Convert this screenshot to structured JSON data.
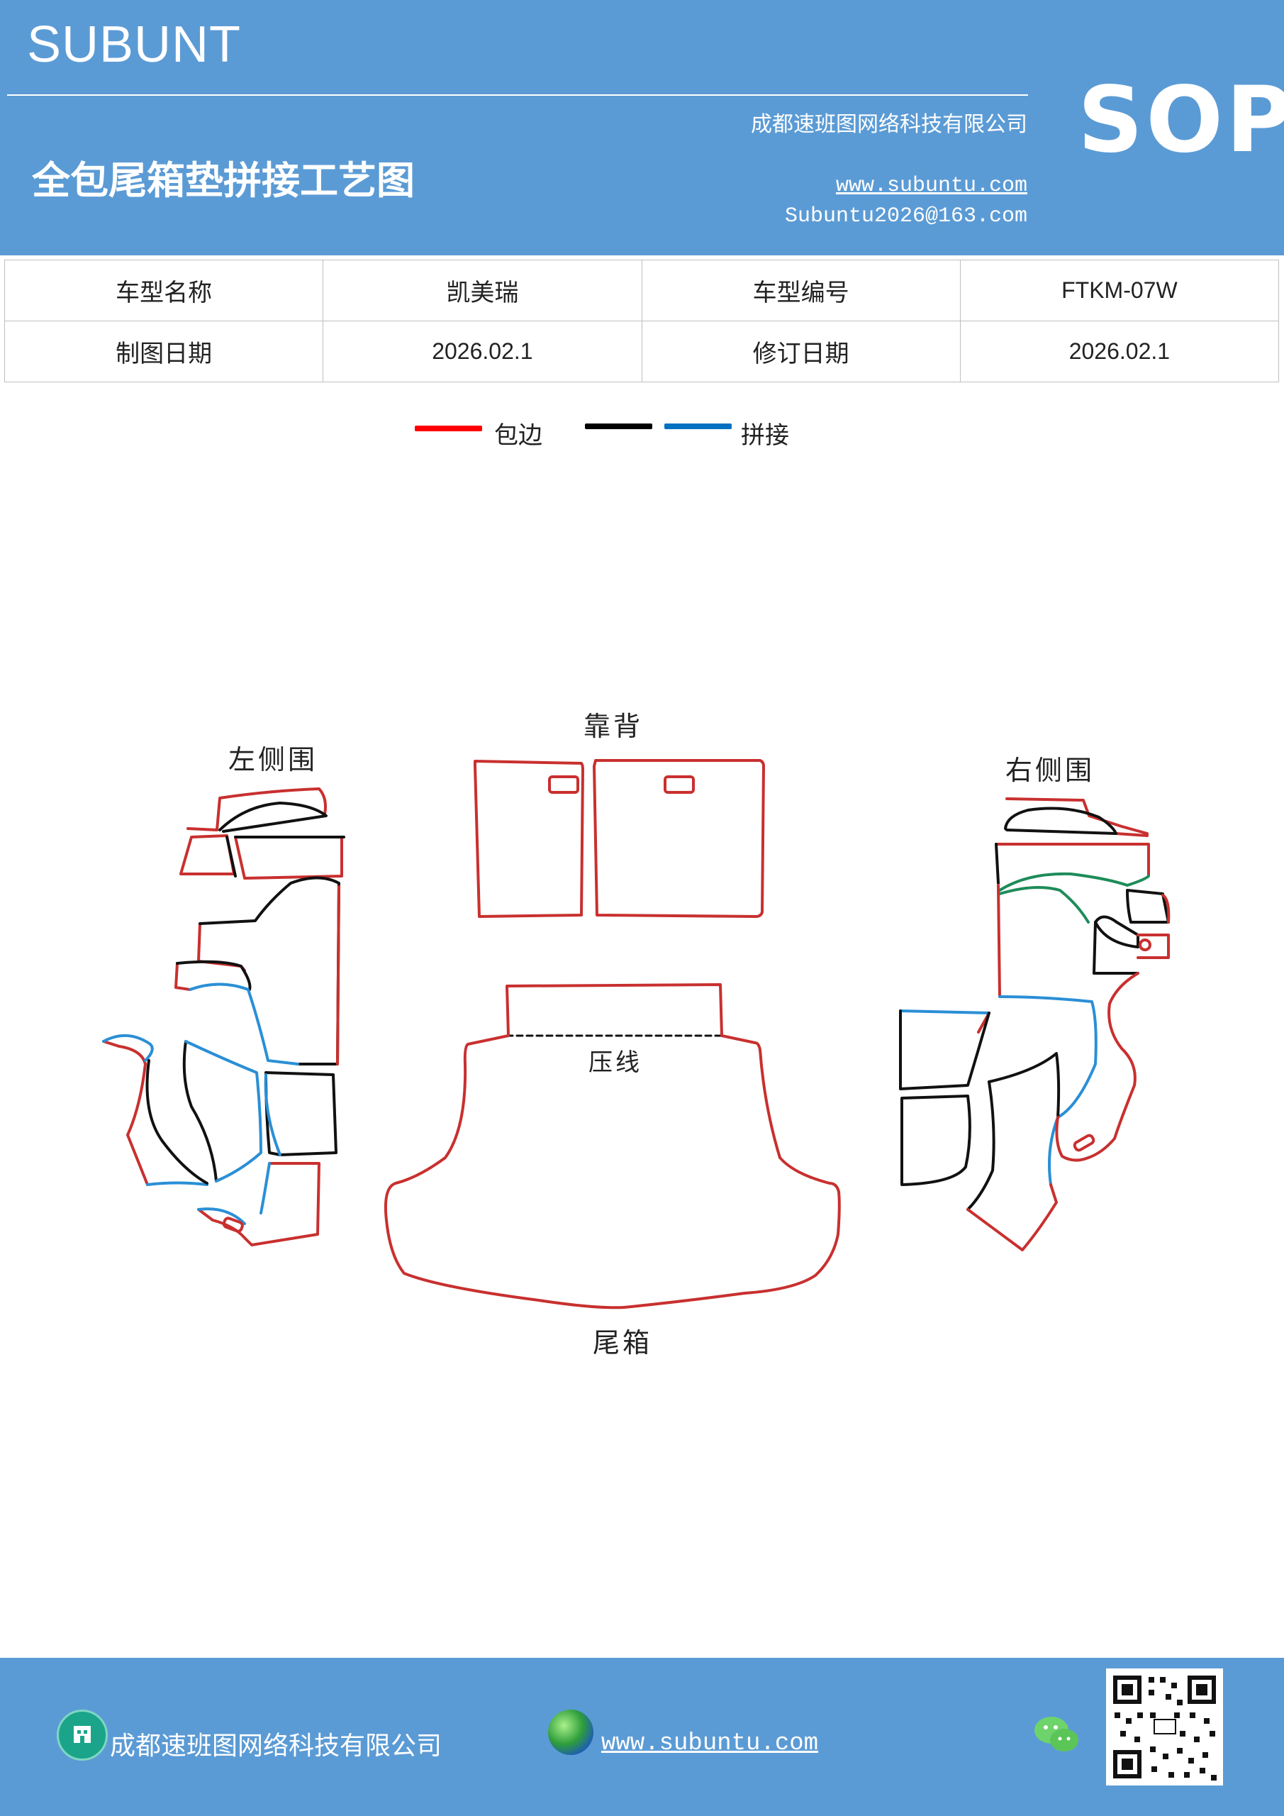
{
  "header": {
    "brand": "SUBUNT",
    "company": "成都速班图网络科技有限公司",
    "title": "全包尾箱垫拼接工艺图",
    "website": "www.subuntu.com",
    "email": "Subuntu2026@163.com",
    "sop": "SOP"
  },
  "info_table": {
    "rows": [
      [
        "车型名称",
        "凯美瑞",
        "车型编号",
        "FTKM-07W"
      ],
      [
        "制图日期",
        "2026.02.1",
        "修订日期",
        "2026.02.1"
      ]
    ]
  },
  "legend": {
    "items": [
      {
        "label": "包边",
        "color": "#ff0000"
      },
      {
        "label": "",
        "color": "#000000"
      },
      {
        "label": "拼接",
        "color": "#0070c0"
      }
    ]
  },
  "diagram": {
    "labels": {
      "backrest": "靠背",
      "left_side": "左侧围",
      "right_side": "右侧围",
      "press_line": "压线",
      "trunk": "尾箱"
    },
    "colors": {
      "edge": "#c8302f",
      "black": "#111111",
      "blue": "#2a8fd6",
      "green": "#1e8c5a"
    }
  },
  "footer": {
    "company": "成都速班图网络科技有限公司",
    "website": "www.subuntu.com",
    "icons": [
      "building-icon",
      "globe-icon",
      "wechat-icon",
      "qr-code"
    ]
  }
}
